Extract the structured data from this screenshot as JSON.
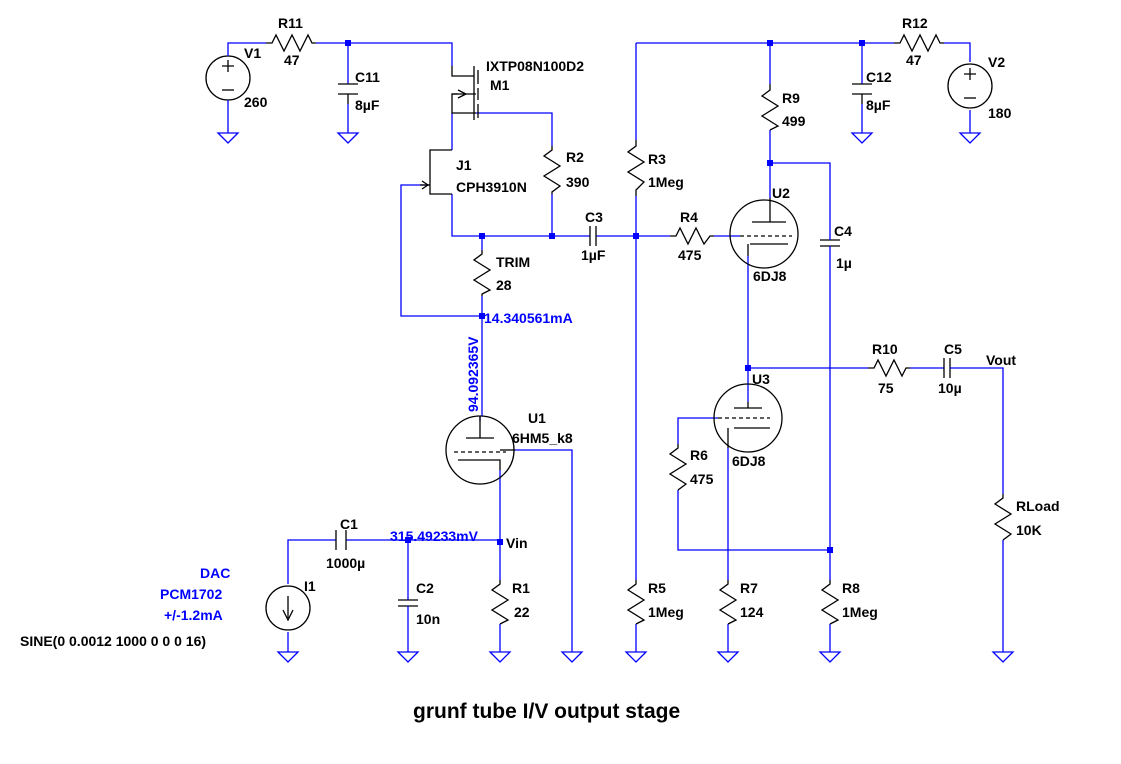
{
  "title": "grunf  tube I/V output stage",
  "components": {
    "V1": {
      "ref": "V1",
      "value": "260"
    },
    "V2": {
      "ref": "V2",
      "value": "180"
    },
    "R11": {
      "ref": "R11",
      "value": "47"
    },
    "R12": {
      "ref": "R12",
      "value": "47"
    },
    "C11": {
      "ref": "C11",
      "value": "8µF"
    },
    "C12": {
      "ref": "C12",
      "value": "8µF"
    },
    "M1": {
      "ref": "M1",
      "part": "IXTP08N100D2"
    },
    "J1": {
      "ref": "J1",
      "part": "CPH3910N"
    },
    "R2": {
      "ref": "R2",
      "value": "390"
    },
    "TRIM": {
      "ref": "TRIM",
      "value": "28"
    },
    "C3": {
      "ref": "C3",
      "value": "1µF"
    },
    "R3": {
      "ref": "R3",
      "value": "1Meg"
    },
    "R4": {
      "ref": "R4",
      "value": "475"
    },
    "R9": {
      "ref": "R9",
      "value": "499"
    },
    "U2": {
      "ref": "U2",
      "part": "6DJ8"
    },
    "C4": {
      "ref": "C4",
      "value": "1µ"
    },
    "U3": {
      "ref": "U3",
      "part": "6DJ8"
    },
    "R10": {
      "ref": "R10",
      "value": "75"
    },
    "C5": {
      "ref": "C5",
      "value": "10µ"
    },
    "RLoad": {
      "ref": "RLoad",
      "value": "10K"
    },
    "R6": {
      "ref": "R6",
      "value": "475"
    },
    "R7": {
      "ref": "R7",
      "value": "124"
    },
    "R8": {
      "ref": "R8",
      "value": "1Meg"
    },
    "R5": {
      "ref": "R5",
      "value": "1Meg"
    },
    "U1": {
      "ref": "U1",
      "part": "6HM5_k8"
    },
    "C1": {
      "ref": "C1",
      "value": "1000µ"
    },
    "C2": {
      "ref": "C2",
      "value": "10n"
    },
    "R1": {
      "ref": "R1",
      "value": "22"
    },
    "I1": {
      "ref": "I1",
      "spec": "SINE(0 0.0012 1000 0 0 0 16)"
    }
  },
  "nets": {
    "vin": "Vin",
    "vout": "Vout"
  },
  "annotations": {
    "dac_line1": "DAC",
    "dac_line2": "PCM1702",
    "dac_line3": "+/-1.2mA",
    "current_probe": "14.340561mA",
    "voltage_probe": "94.092365V",
    "vin_probe": "315.49233mV"
  },
  "colors": {
    "wire": "#0000ff",
    "symbol": "#000000",
    "annotation": "#0000ff"
  }
}
